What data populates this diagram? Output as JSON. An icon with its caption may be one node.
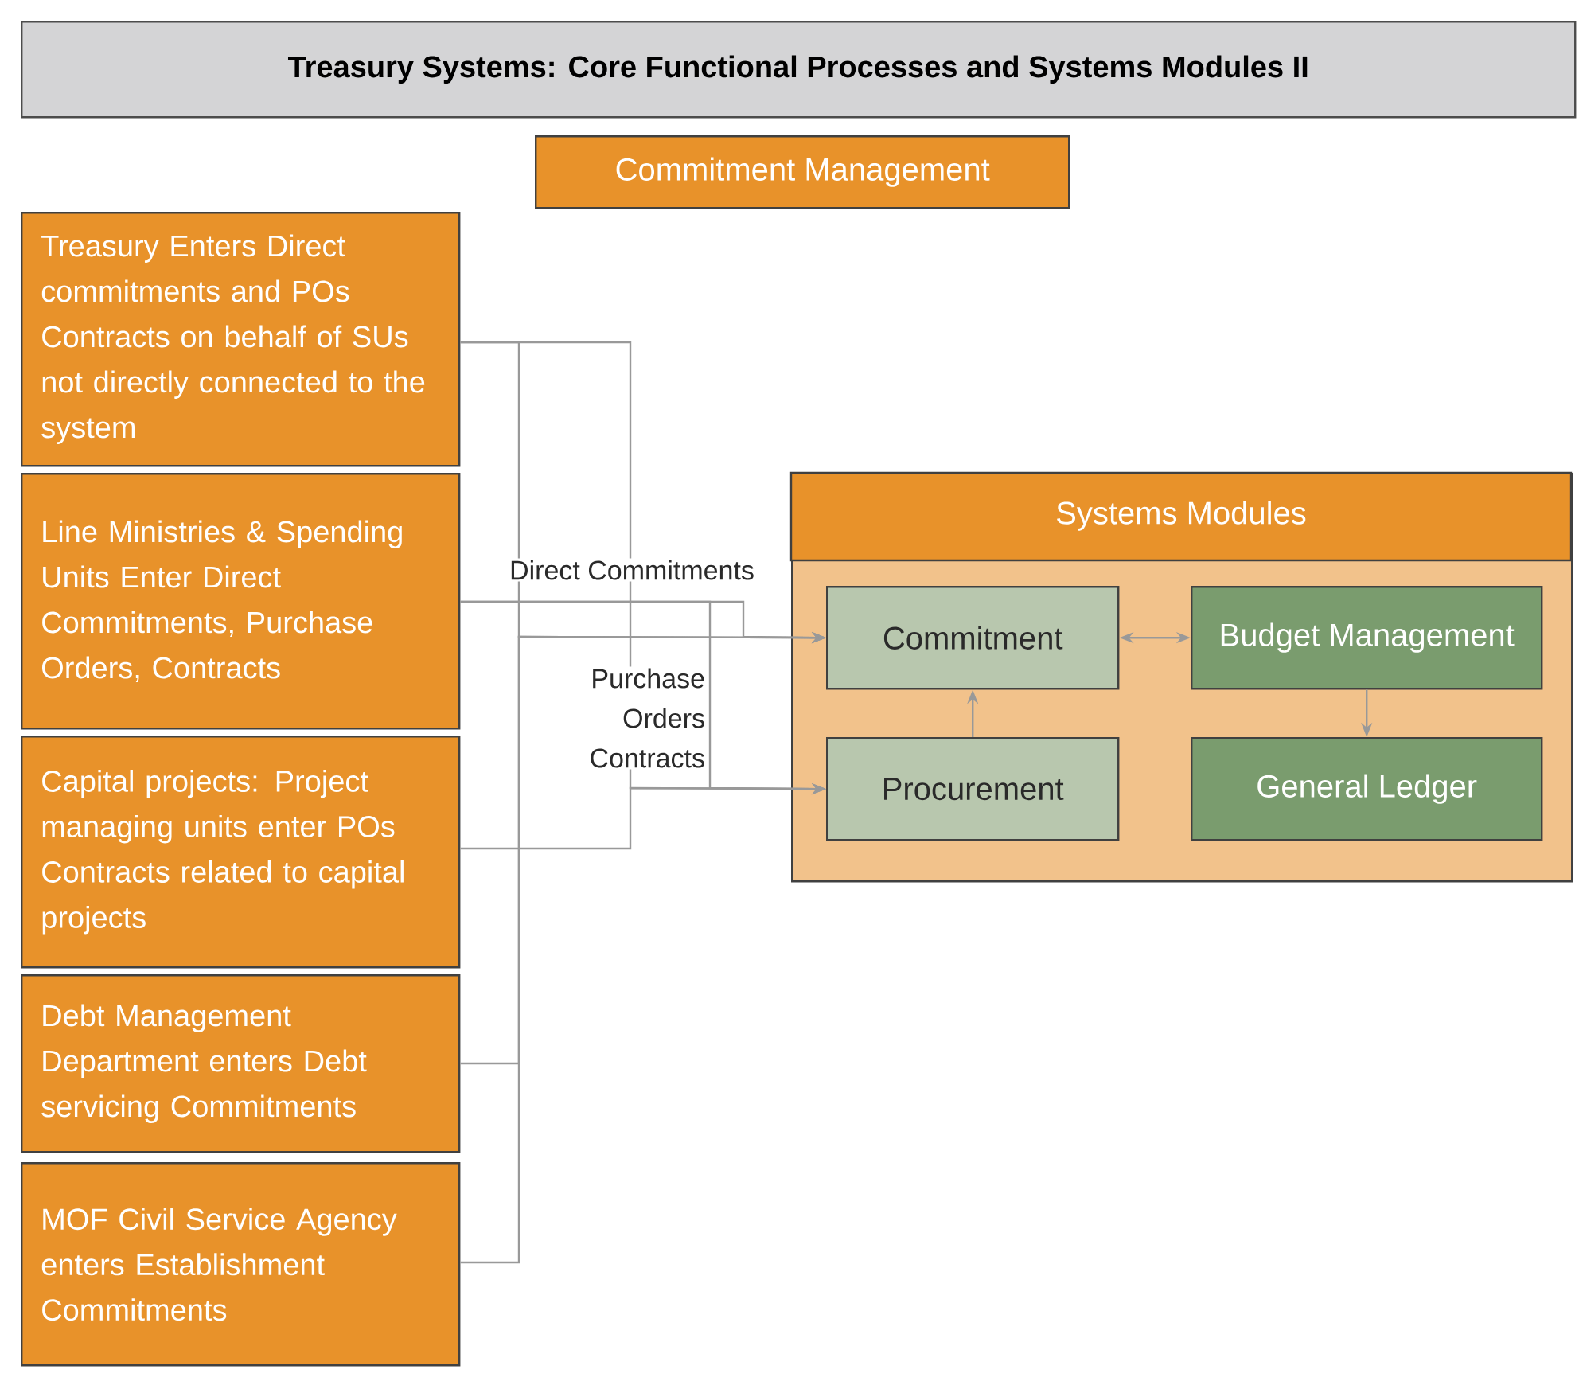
{
  "diagram": {
    "title": "Treasury Systems: Core Functional Processes and Systems Modules II",
    "nodes": [
      {
        "text": [
          "Commitment Management"
        ]
      },
      {
        "text": [
          "Treasury Enters Direct commitments and POs Contracts on behalf of SUs not directly connected to the system"
        ]
      },
      {
        "text": [
          "Line Ministries & Spending Units Enter Direct Commitments, Purchase Orders, Contracts"
        ]
      },
      {
        "text": [
          "Capital projects: Project managing units enter POs Contracts related to capital projects"
        ]
      },
      {
        "text": [
          "Debt Management Department enters Debt servicing Commitments"
        ]
      },
      {
        "text": [
          "MOF Civil Service Agency enters Establishment Commitments"
        ]
      },
      {
        "text": [
          "Systems Modules"
        ]
      },
      {
        "text": [
          "Commitment"
        ],
        "in": 6
      },
      {
        "text": [
          "Budget Management"
        ],
        "in": 6
      },
      {
        "text": [
          "Procurement"
        ],
        "in": 6
      },
      {
        "text": [
          "General Ledger"
        ],
        "in": 6
      }
    ],
    "edges": [
      {
        "from": 1,
        "to": 7,
        "arrow": "to"
      },
      {
        "from": 1,
        "to": 9,
        "arrow": "to"
      },
      {
        "from": 2,
        "to": 7,
        "arrow": "to",
        "label": "Direct Commitments"
      },
      {
        "from": 2,
        "to": 9,
        "arrow": "to",
        "label": "Purchase Orders Contracts"
      },
      {
        "from": 3,
        "to": 9,
        "arrow": "to"
      },
      {
        "from": 4,
        "to": 7,
        "arrow": "to"
      },
      {
        "from": 5,
        "to": 7,
        "arrow": "to"
      },
      {
        "from": 9,
        "to": 7,
        "arrow": "to"
      },
      {
        "from": 7,
        "to": 8,
        "arrow": "both"
      },
      {
        "from": 8,
        "to": 10,
        "arrow": "to"
      }
    ]
  }
}
